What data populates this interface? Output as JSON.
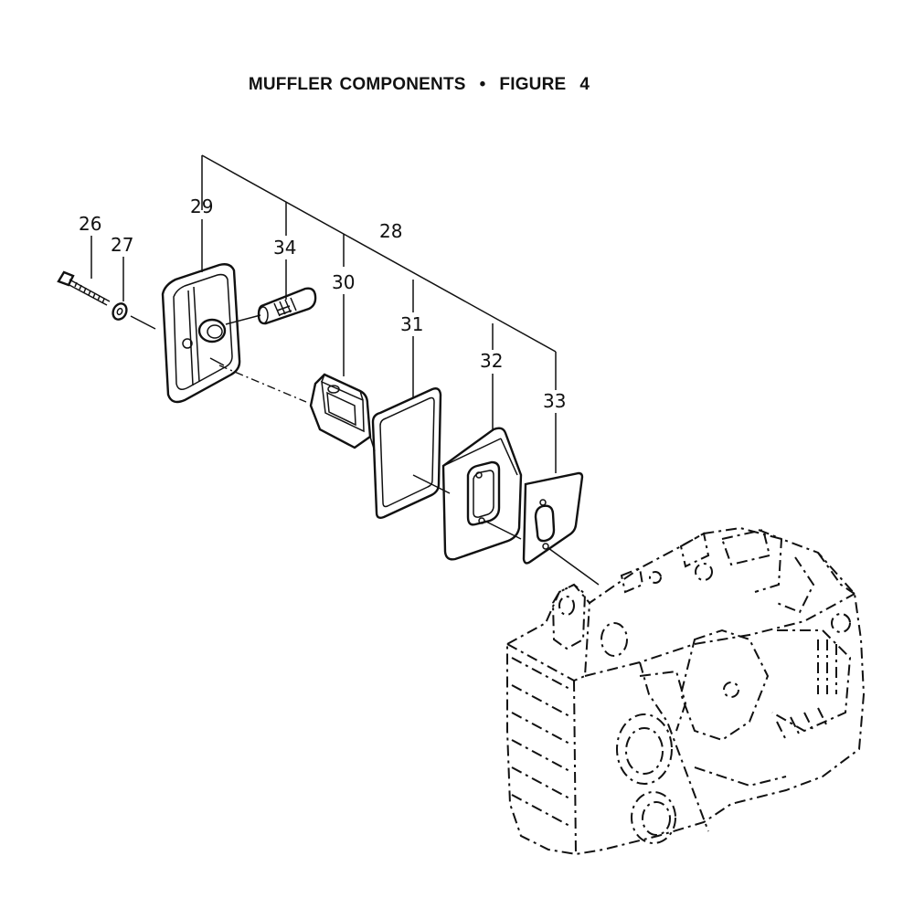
{
  "figure": {
    "title": "MUFFLER COMPONENTS  •  FIGURE  4"
  },
  "callouts": [
    {
      "id": "26",
      "part": "bolt"
    },
    {
      "id": "27",
      "part": "washer"
    },
    {
      "id": "28",
      "part": "muffler-assembly"
    },
    {
      "id": "29",
      "part": "muffler-cover"
    },
    {
      "id": "30",
      "part": "muffler-body"
    },
    {
      "id": "31",
      "part": "gasket"
    },
    {
      "id": "32",
      "part": "muffler-base"
    },
    {
      "id": "33",
      "part": "gasket"
    },
    {
      "id": "34",
      "part": "spark-arrestor-screen"
    }
  ],
  "colors": {
    "ink": "#111111",
    "paper": "#ffffff"
  }
}
